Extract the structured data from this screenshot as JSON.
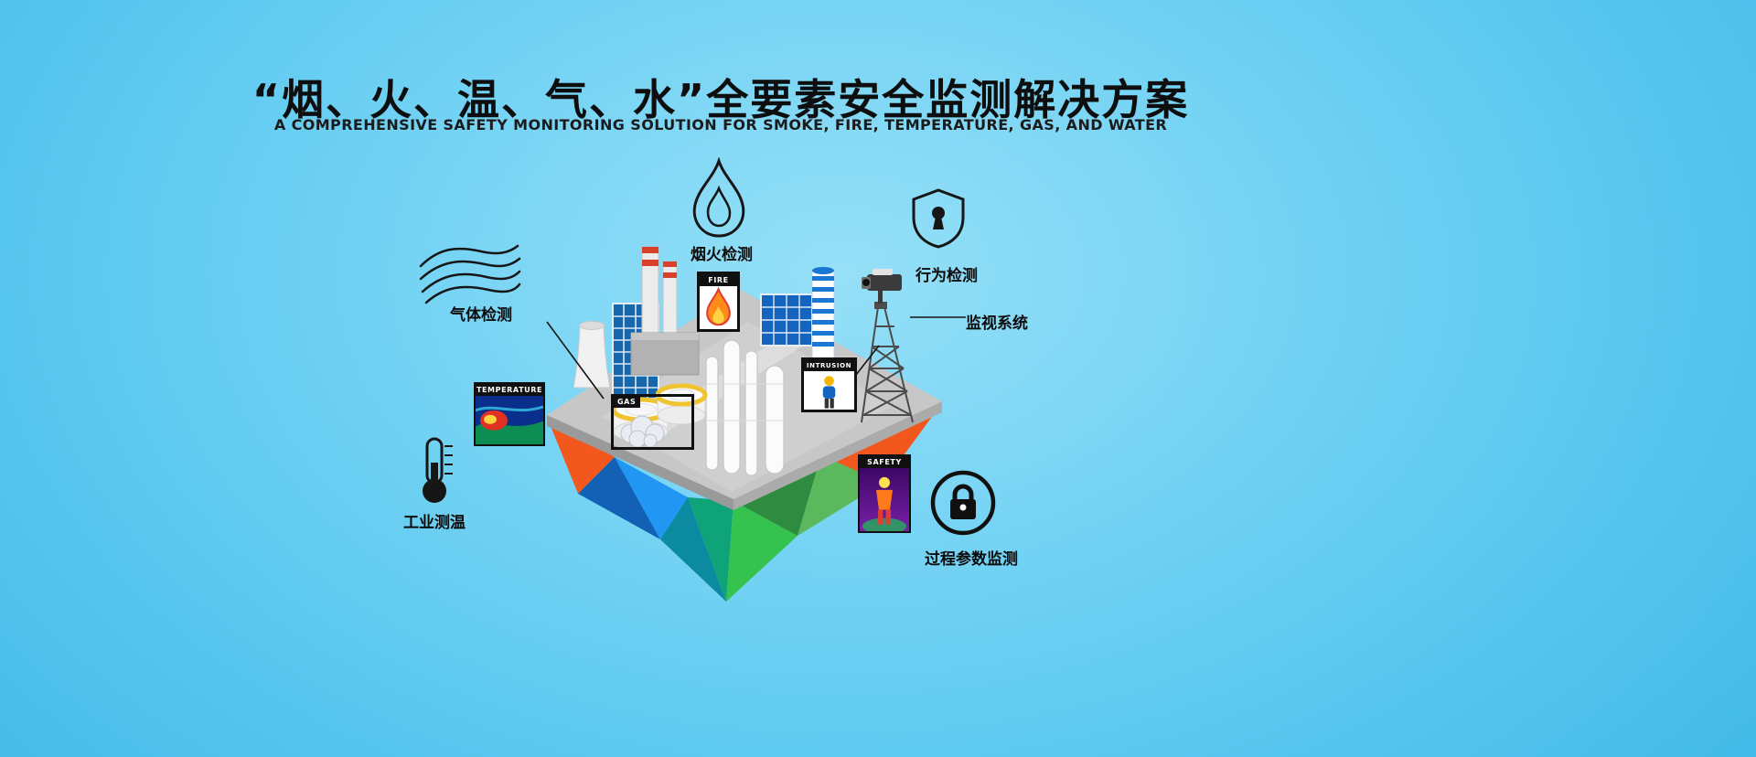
{
  "header": {
    "title": "“烟、火、温、气、水”全要素安全监测解决方案",
    "subtitle": "A COMPREHENSIVE SAFETY MONITORING SOLUTION FOR SMOKE, FIRE, TEMPERATURE, GAS, AND WATER"
  },
  "callouts": {
    "smoke_fire": {
      "label": "烟火检测",
      "icon": "flame-outline-icon"
    },
    "behavior": {
      "label": "行为检测",
      "icon": "shield-keyhole-icon"
    },
    "surveillance": {
      "label": "监视系统",
      "icon": "cctv-camera-icon"
    },
    "gas": {
      "label": "气体检测",
      "icon": "smoke-waves-icon"
    },
    "temperature": {
      "label": "工业测温",
      "icon": "thermometer-icon"
    },
    "process": {
      "label": "过程参数监测",
      "icon": "padlock-circle-icon"
    }
  },
  "scene_tags": {
    "fire": "FIRE",
    "temperature": "TEMPERATURE",
    "gas": "GAS",
    "intrusion": "INTRUSION",
    "safety": "SAFETY"
  },
  "colors": {
    "background_center": "#96e0f8",
    "background_edge": "#36b2e3",
    "text": "#0e0e0e",
    "facet_orange": "#f2581e",
    "facet_blue": "#1261b5",
    "facet_green": "#35c24e",
    "facet_teal": "#0b8aa0",
    "platform_gray": "#c7c7c7",
    "tank_ring_yellow": "#f0c330",
    "building_blue": "#1767ad"
  }
}
